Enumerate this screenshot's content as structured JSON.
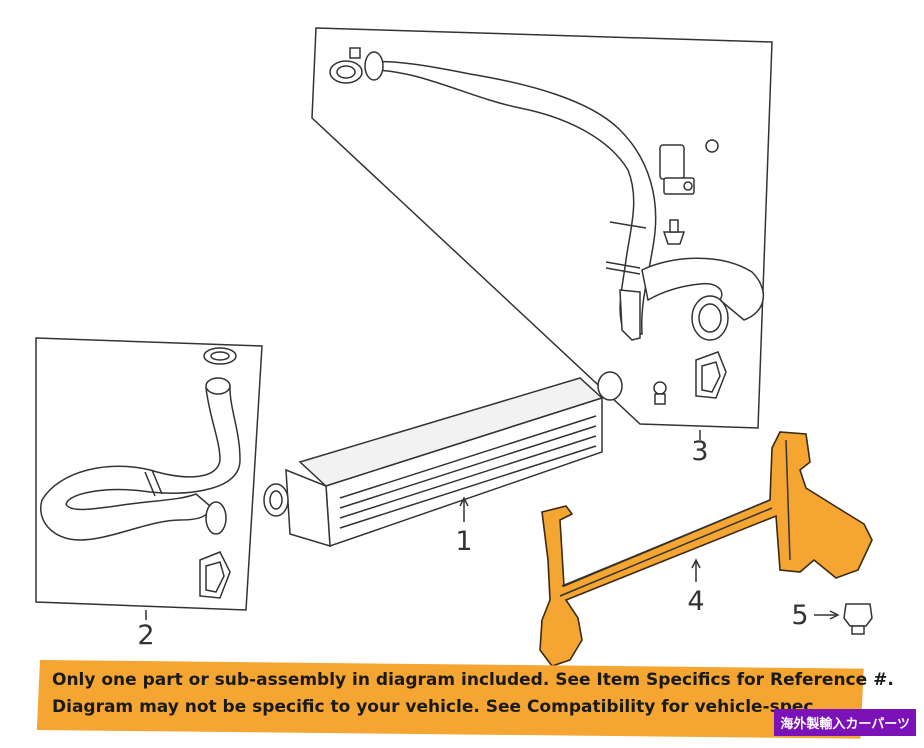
{
  "diagram": {
    "callouts": [
      {
        "label": "1"
      },
      {
        "label": "2"
      },
      {
        "label": "3"
      },
      {
        "label": "4"
      },
      {
        "label": "5"
      }
    ],
    "colors": {
      "highlight": "#f5a531",
      "line": "#333333",
      "watermark": "#7a12b8"
    }
  },
  "notice": {
    "line1": "Only one part or sub-assembly in diagram included. See Item Specifics for Reference #.",
    "line2": "Diagram may not be specific to your vehicle. See Compatibility for vehicle-spec"
  },
  "watermark": {
    "text": "海外製輸入カーパーツ"
  }
}
